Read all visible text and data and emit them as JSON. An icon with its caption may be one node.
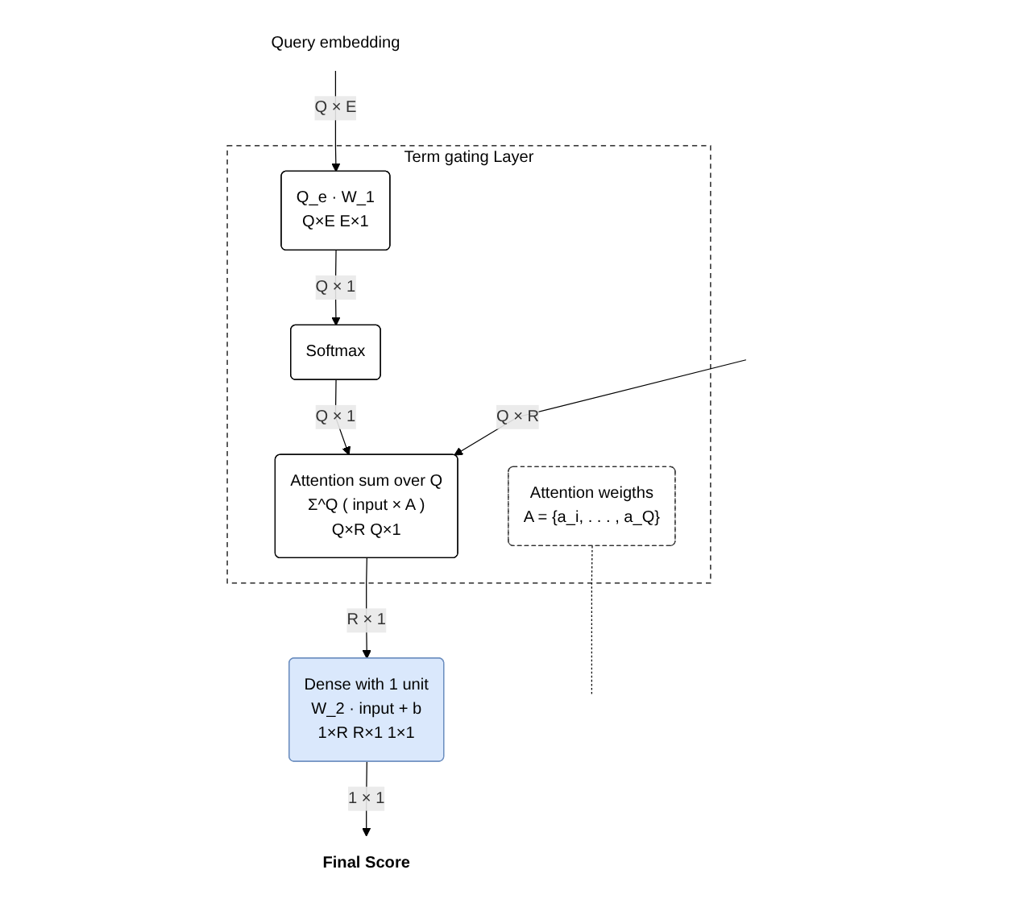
{
  "diagram": {
    "nodes": [
      {
        "text": [
          "Term gating Layer"
        ]
      },
      {
        "text": [
          "Query embedding"
        ]
      },
      {
        "text": [
          "Q_e · W_1",
          "Q×E   E×1"
        ],
        "in": 0
      },
      {
        "text": [
          "Softmax"
        ],
        "in": 0
      },
      {
        "text": [
          "Attention weigths",
          "A = {a_i, . . . , a_Q}"
        ],
        "in": 0
      },
      {
        "text": [
          "Attention sum over Q",
          "Σ^Q ( input × A )",
          "Q×R   Q×1"
        ],
        "in": 0
      },
      {
        "text": [
          "Dense with 1 unit",
          "W_2 · input + b",
          "1×R   R×1   1×1"
        ]
      },
      {
        "text": [
          "Final Score"
        ]
      }
    ],
    "edges": [
      {
        "from": 1,
        "to": 2,
        "arrow": "to",
        "label": "Q × E"
      },
      {
        "from": 2,
        "to": 3,
        "arrow": "to",
        "label": "Q × 1"
      },
      {
        "from": 3,
        "to": 5,
        "arrow": "to",
        "label": "Q × 1"
      },
      {
        "from": null,
        "to": 5,
        "arrow": "to",
        "label": "Q × R"
      },
      {
        "from": 5,
        "to": 6,
        "arrow": "to",
        "label": "R × 1"
      },
      {
        "from": 6,
        "to": 7,
        "arrow": "to",
        "label": "1 × 1"
      },
      {
        "from": 4,
        "to": null,
        "arrow": "none",
        "style": "dashed"
      }
    ]
  }
}
